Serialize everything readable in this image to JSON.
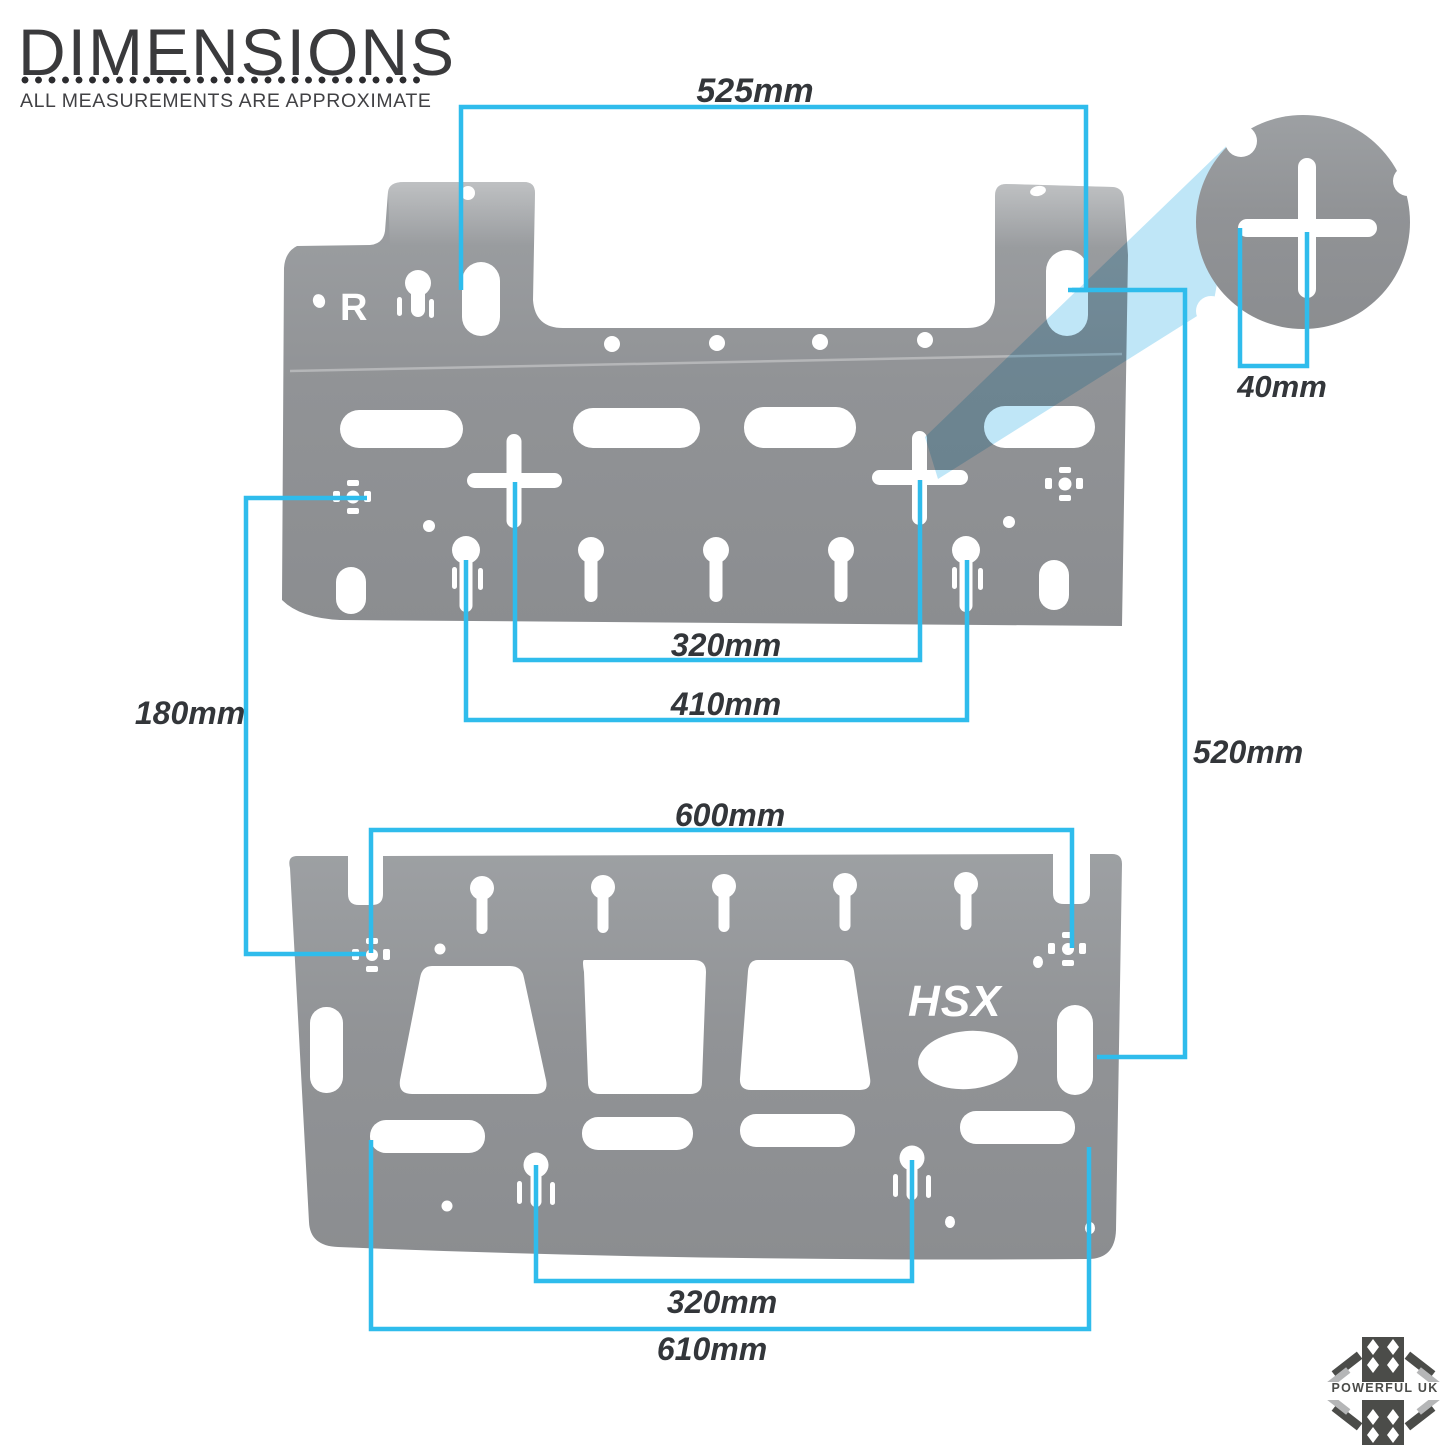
{
  "header": {
    "title": "DIMENSIONS",
    "subtitle": "ALL MEASUREMENTS ARE APPROXIMATE"
  },
  "plates": {
    "top_plate_logo": "R",
    "bottom_plate_logo": "HSX"
  },
  "dimensions": {
    "top_plate_width": "525mm",
    "cross_cutout_size": "40mm",
    "top_cross_spacing": "320mm",
    "top_keyhole_spacing": "410mm",
    "plate_gap": "180mm",
    "overall_height": "520mm",
    "bottom_plate_top_width": "600mm",
    "bottom_keyhole_spacing": "320mm",
    "bottom_plate_width": "610mm"
  },
  "footer": {
    "brand": "POWERFUL UK"
  },
  "colors": {
    "accent_cyan": "#2fbcec",
    "plate_gray": "#909295",
    "label_dark": "#33363a",
    "beam_blue": "#bfe6f7",
    "brand_dark": "#4b4c49",
    "brand_light": "#b5b6b7"
  }
}
